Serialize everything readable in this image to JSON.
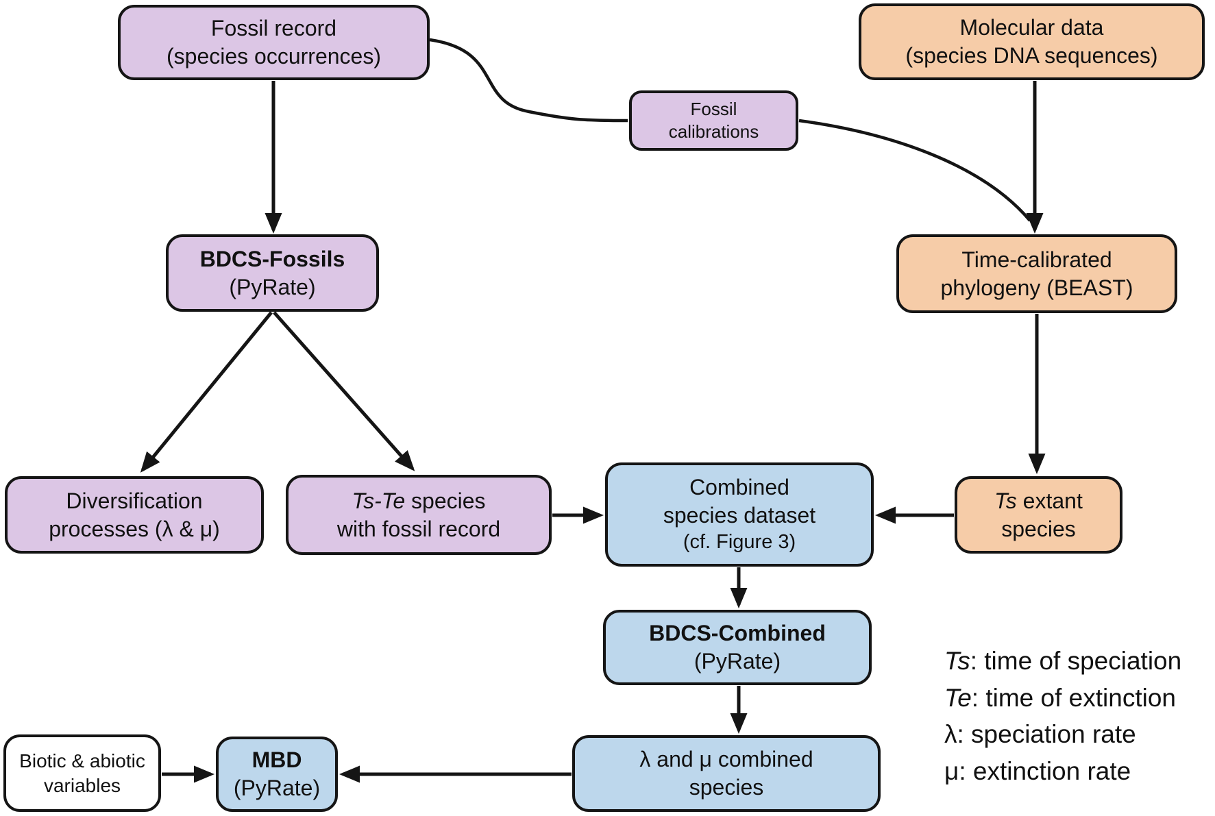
{
  "colors": {
    "purple": "#dcc6e5",
    "orange": "#f6cca8",
    "blue": "#bdd7ec",
    "box_white": "#ffffff",
    "stroke": "#151515"
  },
  "nodes": {
    "fossil_record": {
      "line1": "Fossil record",
      "line2": "(species occurrences)"
    },
    "molecular_data": {
      "line1": "Molecular data",
      "line2": "(species DNA sequences)"
    },
    "fossil_calibrations": {
      "line1": "Fossil",
      "line2": "calibrations"
    },
    "bdcs_fossils": {
      "line1": "BDCS-Fossils",
      "line2": "(PyRate)"
    },
    "time_calibrated_phylogeny": {
      "line1": "Time-calibrated",
      "line2": "phylogeny (BEAST)"
    },
    "diversification_processes": {
      "line1": "Diversification",
      "line2": "processes (λ & μ)"
    },
    "ts_te_species": {
      "line1_italic": "Ts-Te",
      "line1_rest": " species",
      "line2": "with fossil record"
    },
    "combined_species_dataset": {
      "line1": "Combined",
      "line2": "species dataset",
      "line3": "(cf. Figure 3)"
    },
    "ts_extant_species": {
      "line1_italic": "Ts",
      "line1_rest": " extant",
      "line2": "species"
    },
    "bdcs_combined": {
      "line1": "BDCS-Combined",
      "line2": "(PyRate)"
    },
    "lambda_mu_combined_species": {
      "line1": "λ and μ combined",
      "line2": "species"
    },
    "mbd": {
      "line1": "MBD",
      "line2": "(PyRate)"
    },
    "biotic_abiotic_variables": {
      "line1": "Biotic & abiotic",
      "line2": "variables"
    }
  },
  "legend": {
    "items": [
      {
        "term": "Ts",
        "rest": ": time of speciation"
      },
      {
        "term": "Te",
        "rest": ": time of extinction"
      },
      {
        "term": "λ",
        "rest": ": speciation rate"
      },
      {
        "term": "μ",
        "rest": ": extinction rate"
      }
    ]
  }
}
